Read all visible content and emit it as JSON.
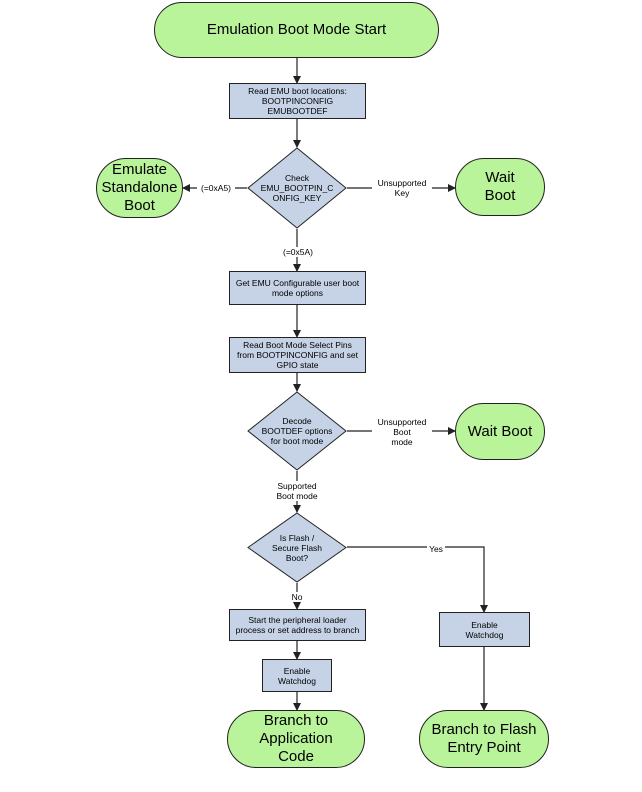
{
  "nodes": {
    "start": "Emulation Boot Mode Start",
    "read_emu": "Read EMU boot locations:\nBOOTPINCONFIG\nEMUBOOTDEF",
    "check_key": "Check\nEMU_BOOTPIN_C\nONFIG_KEY",
    "emulate_standalone": "Emulate\nStandalone\nBoot",
    "wait_boot_1": "Wait\nBoot",
    "get_emu_options": "Get EMU Configurable user boot\nmode options",
    "read_pins": "Read Boot Mode Select Pins\nfrom BOOTPINCONFIG and set\nGPIO state",
    "decode_bootdef": "Decode\nBOOTDEF options\nfor boot mode",
    "wait_boot_2": "Wait Boot",
    "is_flash": "Is Flash /\nSecure Flash\nBoot?",
    "start_loader": "Start the peripheral loader\nprocess or set address to branch",
    "enable_watchdog_left": "Enable\nWatchdog",
    "enable_watchdog_right": "Enable\nWatchdog",
    "branch_app": "Branch to Application\nCode",
    "branch_flash": "Branch to Flash\nEntry Point"
  },
  "edge_labels": {
    "a5": "(=0xA5)",
    "unsupported_key": "Unsupported\nKey",
    "x5a": "(=0x5A)",
    "unsupported_boot_mode": "Unsupported\nBoot\nmode",
    "supported_boot_mode": "Supported\nBoot mode",
    "yes": "Yes",
    "no": "No"
  },
  "colors": {
    "terminal_fill": "#b9f49b",
    "process_fill": "#c6d3e6",
    "decision_fill": "#c6d3e6",
    "line": "#222222"
  }
}
